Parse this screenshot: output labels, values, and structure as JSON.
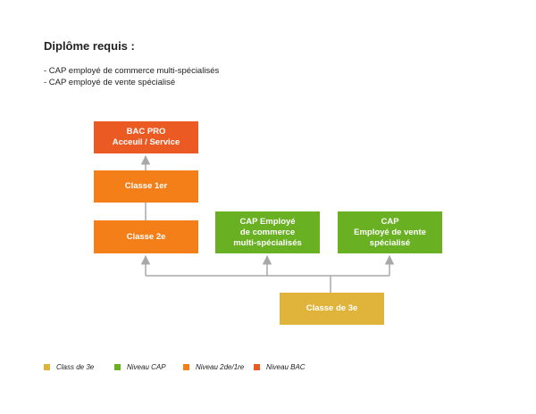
{
  "header": {
    "title": "Diplôme requis :",
    "requirements": [
      "- CAP employé de commerce multi-spécialisés",
      "- CAP employé de vente spécialisé"
    ]
  },
  "boxes": {
    "bac_pro": "BAC PRO\nAcceuil / Service",
    "classe_1er": "Classe 1er",
    "classe_2e": "Classe 2e",
    "cap_commerce": "CAP Employé\nde commerce\nmulti-spécialisés",
    "cap_vente": "CAP\nEmployé de vente\nspécialisé",
    "classe_3e": "Classe de 3e"
  },
  "legend": [
    {
      "label": "Class de 3e",
      "color": "#e0b33b"
    },
    {
      "label": "Niveau CAP",
      "color": "#6ab023"
    },
    {
      "label": "Niveau 2de/1re",
      "color": "#f47e17"
    },
    {
      "label": "Niveau BAC",
      "color": "#ec5a24"
    }
  ],
  "colors": {
    "level_3e": "#e0b33b",
    "level_cap": "#6ab023",
    "level_2de_1re": "#f47e17",
    "level_bac": "#ec5a24",
    "connector": "#a8a8a8"
  }
}
